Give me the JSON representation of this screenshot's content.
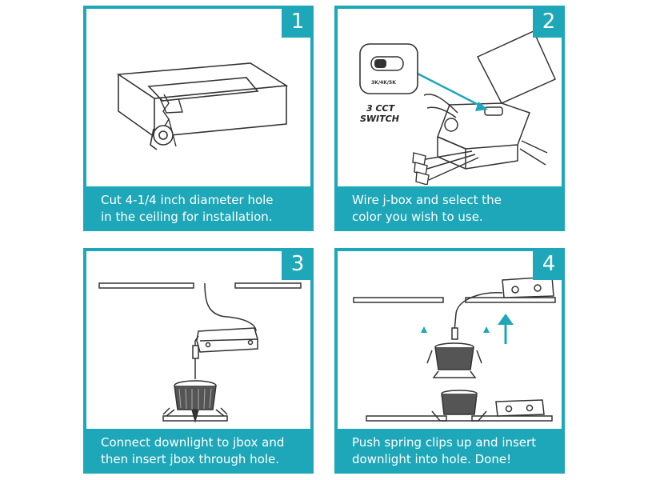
{
  "steps": [
    {
      "number": "1",
      "caption_line1": "Cut 4-1/4 inch diameter hole",
      "caption_line2": "in the ceiling for installation."
    },
    {
      "number": "2",
      "caption_line1": "Wire j-box and select the",
      "caption_line2": "color you wish to use."
    },
    {
      "number": "3",
      "caption_line1": "Connect downlight to jbox and",
      "caption_line2": "then insert jbox through hole."
    },
    {
      "number": "4",
      "caption_line1": "Push spring clips up and insert",
      "caption_line2": "downlight into hole. Done!"
    }
  ],
  "switch": {
    "label_line1": "3 CCT",
    "label_line2": "SWITCH",
    "positions": "3K/4K/5K"
  },
  "colors": {
    "accent": "#1ea7b8",
    "line": "#333333"
  }
}
